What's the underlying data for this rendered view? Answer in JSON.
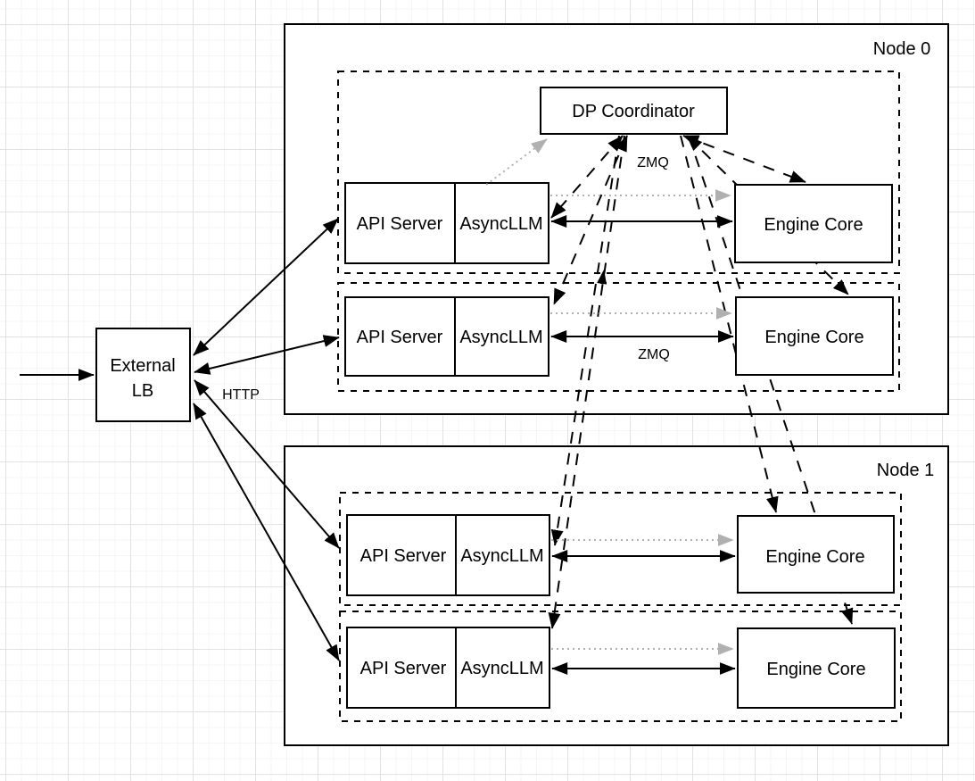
{
  "diagram": {
    "external_lb": {
      "label_line1": "External",
      "label_line2": "LB"
    },
    "edge_labels": {
      "http": "HTTP",
      "zmq_coordinator": "ZMQ",
      "zmq_row2": "ZMQ"
    },
    "node0": {
      "label": "Node 0",
      "dp_coordinator": "DP Coordinator",
      "rows": [
        {
          "api_server": "API Server",
          "asyncllm": "AsyncLLM",
          "engine_core": "Engine Core"
        },
        {
          "api_server": "API Server",
          "asyncllm": "AsyncLLM",
          "engine_core": "Engine Core"
        }
      ]
    },
    "node1": {
      "label": "Node 1",
      "rows": [
        {
          "api_server": "API Server",
          "asyncllm": "AsyncLLM",
          "engine_core": "Engine Core"
        },
        {
          "api_server": "API Server",
          "asyncllm": "AsyncLLM",
          "engine_core": "Engine Core"
        }
      ]
    },
    "colors": {
      "stroke": "#000000",
      "box_fill": "#ffffff",
      "gray_arrow": "#b0b0b0",
      "grid_major": "#e2e2e2",
      "grid_minor": "#f5f5f5"
    }
  }
}
